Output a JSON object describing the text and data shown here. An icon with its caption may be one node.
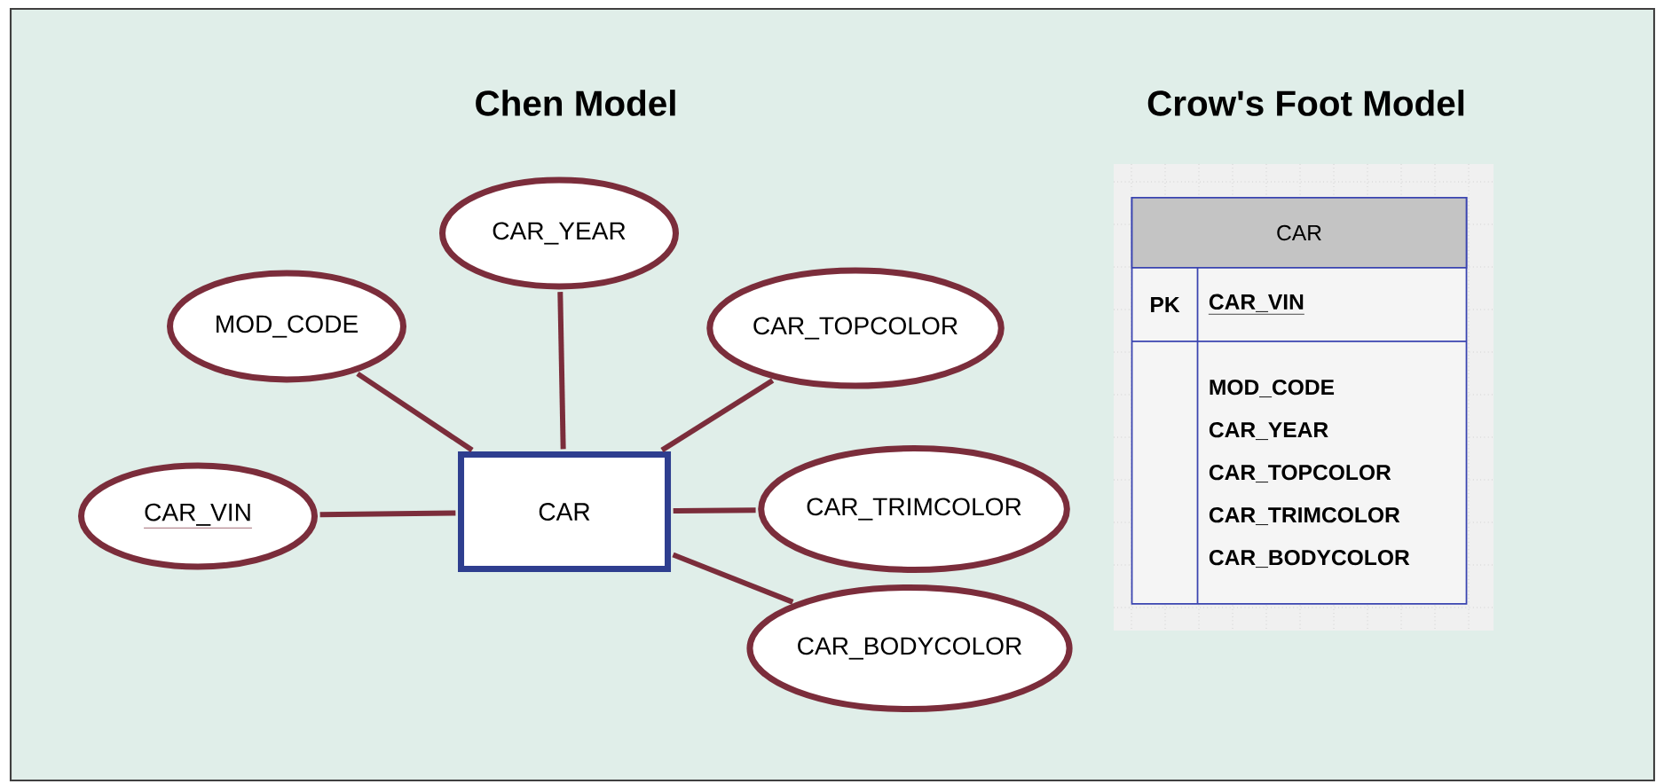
{
  "diagram": {
    "nodes": [
      {
        "text": [
          "CAR_YEAR"
        ]
      },
      {
        "text": [
          "MOD_CODE"
        ]
      },
      {
        "text": [
          "CAR_TOPCOLOR"
        ]
      },
      {
        "text": [
          "CAR_VIN"
        ]
      },
      {
        "text": [
          "CAR"
        ]
      },
      {
        "text": [
          "CAR_TRIMCOLOR"
        ]
      },
      {
        "text": [
          "CAR_BODYCOLOR"
        ]
      },
      {
        "text": [
          "CAR",
          "PK",
          "CAR_VIN",
          "MOD_CODE",
          "CAR_YEAR",
          "CAR_TOPCOLOR",
          "CAR_TRIMCOLOR",
          "CAR_BODYCOLOR"
        ]
      }
    ],
    "edges": [
      {
        "from": 4,
        "to": 0,
        "arrow": "none"
      },
      {
        "from": 4,
        "to": 1,
        "arrow": "none"
      },
      {
        "from": 4,
        "to": 2,
        "arrow": "none"
      },
      {
        "from": 4,
        "to": 3,
        "arrow": "none"
      },
      {
        "from": 4,
        "to": 5,
        "arrow": "none"
      },
      {
        "from": 4,
        "to": 6,
        "arrow": "none"
      }
    ],
    "labels": [
      "Chen Model",
      "Crow's Foot Model"
    ]
  }
}
